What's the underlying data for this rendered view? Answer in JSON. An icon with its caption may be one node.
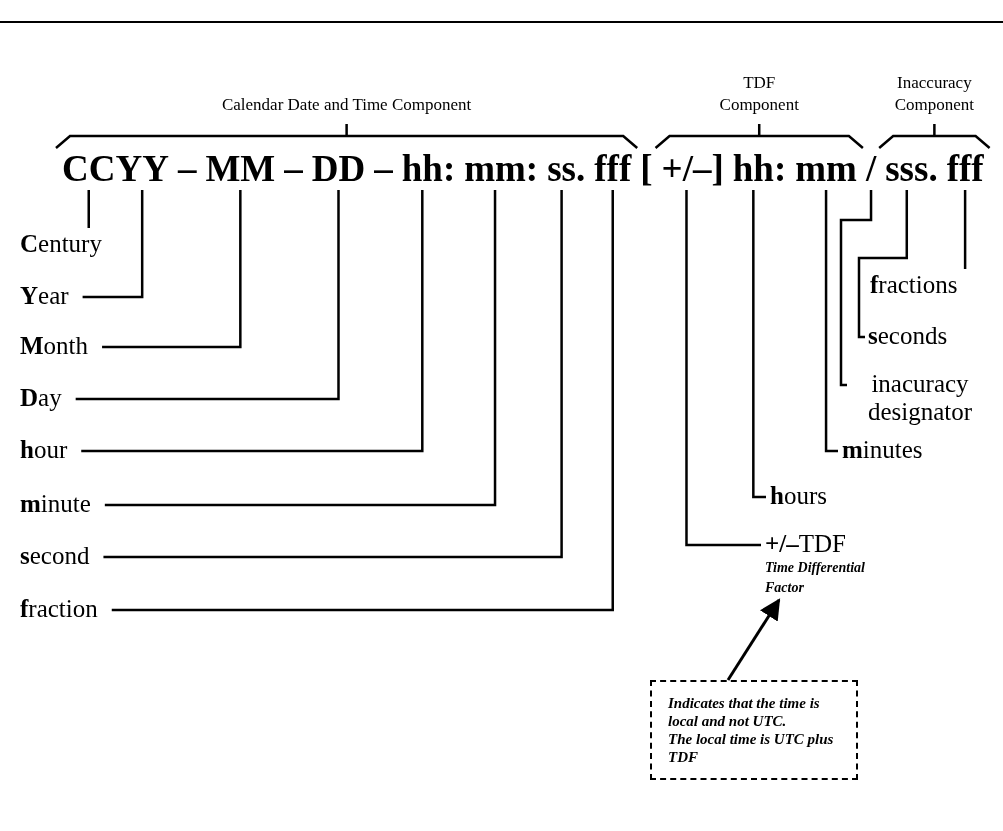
{
  "diagram": {
    "nodes": [
      {
        "text": [
          "CC"
        ]
      },
      {
        "text": [
          "YY"
        ]
      },
      {
        "text": [
          "MM"
        ]
      },
      {
        "text": [
          "DD"
        ]
      },
      {
        "text": [
          "hh"
        ]
      },
      {
        "text": [
          "mm"
        ]
      },
      {
        "text": [
          "ss"
        ]
      },
      {
        "text": [
          "fff"
        ]
      },
      {
        "text": [
          "+/–"
        ]
      },
      {
        "text": [
          "hh"
        ]
      },
      {
        "text": [
          "mm"
        ]
      },
      {
        "text": [
          "/"
        ]
      },
      {
        "text": [
          "sss"
        ]
      },
      {
        "text": [
          "fff"
        ]
      },
      {
        "text": [
          "**C**entury"
        ]
      },
      {
        "text": [
          "**Y**ear"
        ]
      },
      {
        "text": [
          "**M**onth"
        ]
      },
      {
        "text": [
          "**D**ay"
        ]
      },
      {
        "text": [
          "**h**our"
        ]
      },
      {
        "text": [
          "**m**inute"
        ]
      },
      {
        "text": [
          "**s**econd"
        ]
      },
      {
        "text": [
          "**f**raction"
        ]
      },
      {
        "text": [
          "**f**ractions"
        ]
      },
      {
        "text": [
          "**s**econds"
        ]
      },
      {
        "text": [
          "inacuracy designator"
        ]
      },
      {
        "text": [
          "**m**inutes"
        ]
      },
      {
        "text": [
          "**h**ours"
        ]
      },
      {
        "text": [
          "**+/–**TDF",
          "Time Differential Factor"
        ]
      },
      {
        "text": [
          "Indicates that the time is local and not UTC.",
          "The local time is UTC plus TDF"
        ]
      }
    ],
    "edges": [
      {
        "from": 0,
        "to": 14,
        "arrow": "none"
      },
      {
        "from": 1,
        "to": 15,
        "arrow": "none"
      },
      {
        "from": 2,
        "to": 16,
        "arrow": "none"
      },
      {
        "from": 3,
        "to": 17,
        "arrow": "none"
      },
      {
        "from": 4,
        "to": 18,
        "arrow": "none"
      },
      {
        "from": 5,
        "to": 19,
        "arrow": "none"
      },
      {
        "from": 6,
        "to": 20,
        "arrow": "none"
      },
      {
        "from": 7,
        "to": 21,
        "arrow": "none"
      },
      {
        "from": 13,
        "to": 22,
        "arrow": "none"
      },
      {
        "from": 12,
        "to": 23,
        "arrow": "none"
      },
      {
        "from": 11,
        "to": 24,
        "arrow": "none"
      },
      {
        "from": 10,
        "to": 25,
        "arrow": "none"
      },
      {
        "from": 9,
        "to": 26,
        "arrow": "none"
      },
      {
        "from": 8,
        "to": 27,
        "arrow": "none"
      },
      {
        "from": 28,
        "to": 27,
        "arrow": "to"
      }
    ],
    "labels": [
      "Calendar Date and Time Component",
      "TDF Component",
      "Inaccuracy Component",
      "–",
      "–",
      "–",
      ":",
      ":",
      ".",
      "[",
      "]",
      ":",
      "."
    ]
  }
}
